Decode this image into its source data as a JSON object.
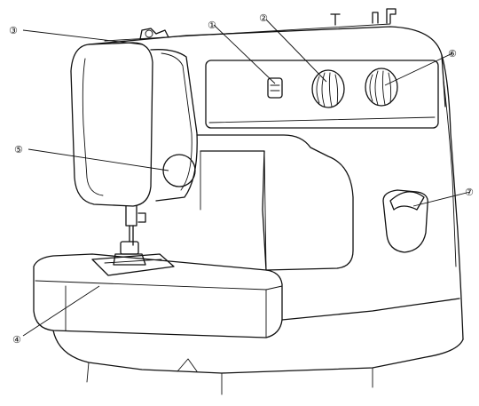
{
  "callouts": [
    {
      "id": "1",
      "label": "①"
    },
    {
      "id": "2",
      "label": "②"
    },
    {
      "id": "3",
      "label": "③"
    },
    {
      "id": "4",
      "label": "④"
    },
    {
      "id": "5",
      "label": "⑤"
    },
    {
      "id": "6",
      "label": "⑥"
    },
    {
      "id": "7",
      "label": "⑦"
    }
  ],
  "colors": {
    "line": "#111111",
    "background": "#ffffff"
  },
  "icons": [
    "sewing-machine-illustration"
  ]
}
